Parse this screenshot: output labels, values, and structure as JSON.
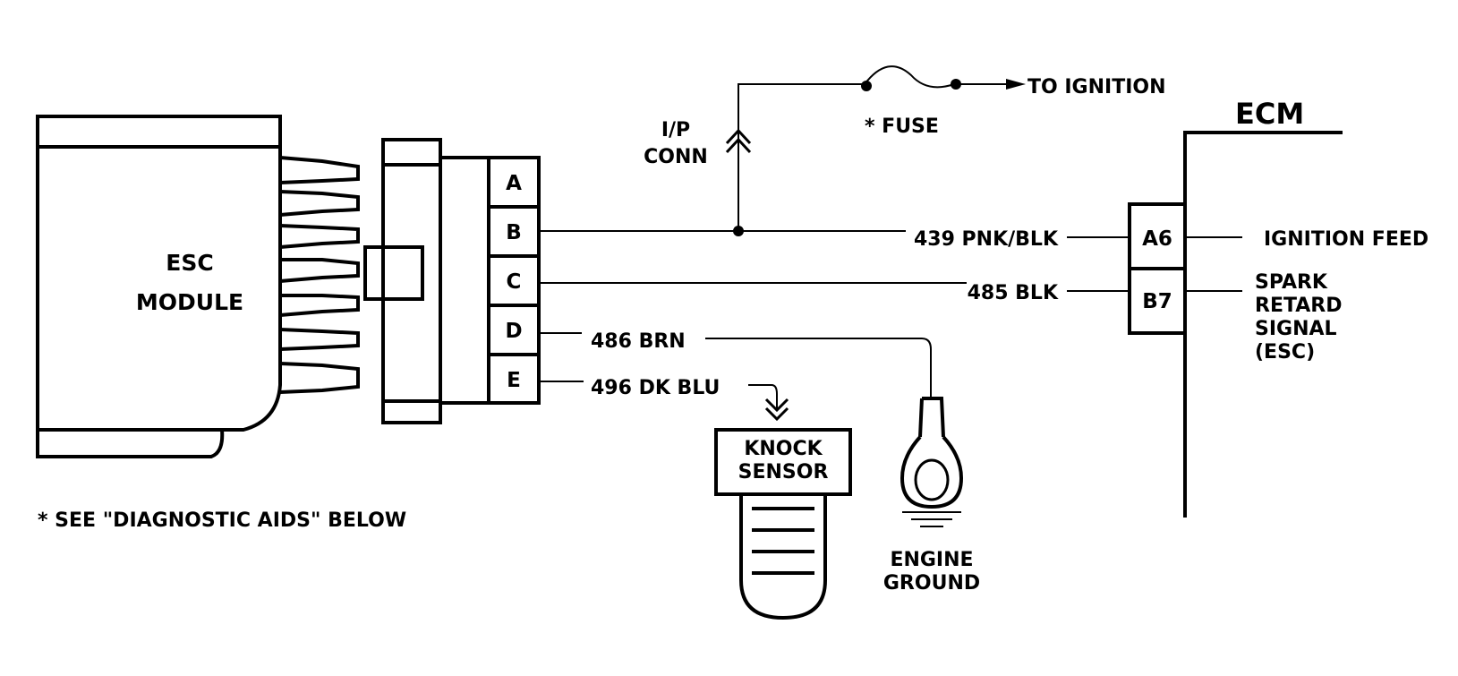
{
  "module": {
    "line1": "ESC",
    "line2": "MODULE"
  },
  "connector_pins": [
    "A",
    "B",
    "C",
    "D",
    "E"
  ],
  "ip_conn": {
    "line1": "I/P",
    "line2": "CONN"
  },
  "fuse_label": "* FUSE",
  "to_ignition": "TO IGNITION",
  "ecm": {
    "title": "ECM",
    "pins": [
      "A6",
      "B7"
    ],
    "ignition_feed": "IGNITION FEED",
    "spark_retard": [
      "SPARK",
      "RETARD",
      "SIGNAL",
      "(ESC)"
    ]
  },
  "wires": {
    "b": "439 PNK/BLK",
    "c": "485 BLK",
    "d": "486 BRN",
    "e": "496 DK BLU"
  },
  "knock_sensor": {
    "line1": "KNOCK",
    "line2": "SENSOR"
  },
  "engine_ground": {
    "line1": "ENGINE",
    "line2": "GROUND"
  },
  "footnote": "* SEE \"DIAGNOSTIC AIDS\" BELOW"
}
